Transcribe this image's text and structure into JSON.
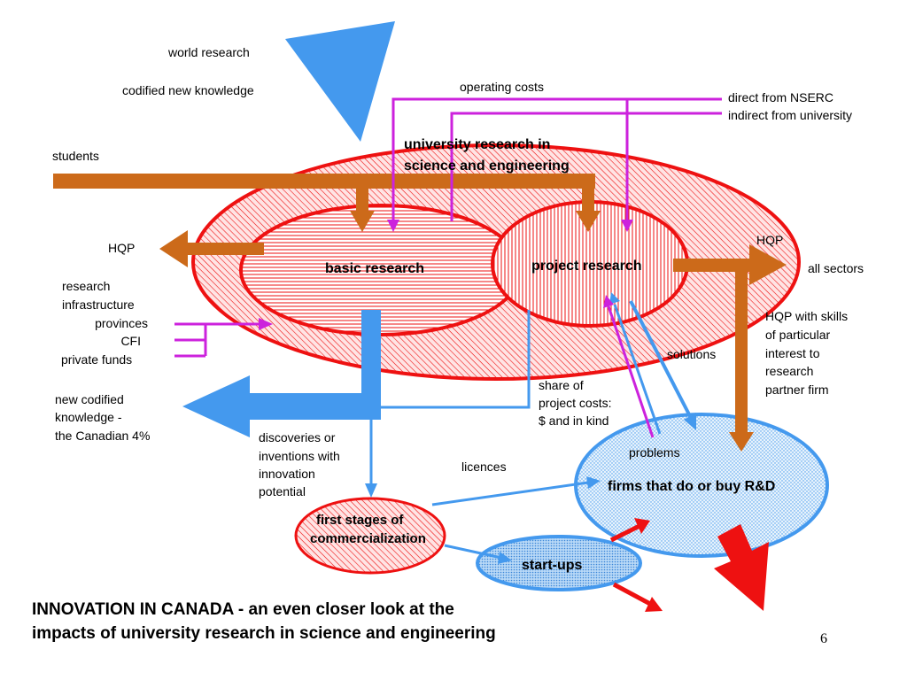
{
  "diagram": {
    "world_research": "world research",
    "codified_new_knowledge": "codified new knowledge",
    "operating_costs": "operating costs",
    "direct_from_nserc": "direct from NSERC",
    "indirect_from_university": "indirect from university",
    "students": "students",
    "university_research_line1": "university research in",
    "university_research_line2": "science and engineering",
    "hqp_left": "HQP",
    "hqp_right": "HQP",
    "all_sectors": "all sectors",
    "basic_research": "basic research",
    "project_research": "project research",
    "research_infrastructure_line1": "research",
    "research_infrastructure_line2": "infrastructure",
    "provinces": "provinces",
    "cfi": "CFI",
    "private_funds": "private funds",
    "hqp_skills_line1": "HQP with skills",
    "hqp_skills_line2": "of particular",
    "hqp_skills_line3": "interest to",
    "hqp_skills_line4": "research",
    "hqp_skills_line5": "partner firm",
    "solutions": "solutions",
    "share_costs_line1": "share of",
    "share_costs_line2": "project costs:",
    "share_costs_line3": "$ and in kind",
    "new_codified_line1": "new codified",
    "new_codified_line2": "knowledge -",
    "new_codified_line3": "the Canadian 4%",
    "discoveries_line1": "discoveries or",
    "discoveries_line2": "inventions with",
    "discoveries_line3": "innovation",
    "discoveries_line4": "potential",
    "problems": "problems",
    "licences": "licences",
    "firms": "firms that do or buy R&D",
    "first_stages_line1": "first stages of",
    "first_stages_line2": "commercialization",
    "startups": "start-ups",
    "title_line1": "INNOVATION IN CANADA  -  an even closer look at the",
    "title_line2": "impacts of university research in science and engineering",
    "page_number": "6"
  },
  "colors": {
    "red": "#ee1111",
    "blue": "#4499ee",
    "orange": "#cc6a1a",
    "magenta": "#cc22dd",
    "ellipse_fill": "#ffdcdc",
    "firm_fill": "#d8ecfa"
  }
}
